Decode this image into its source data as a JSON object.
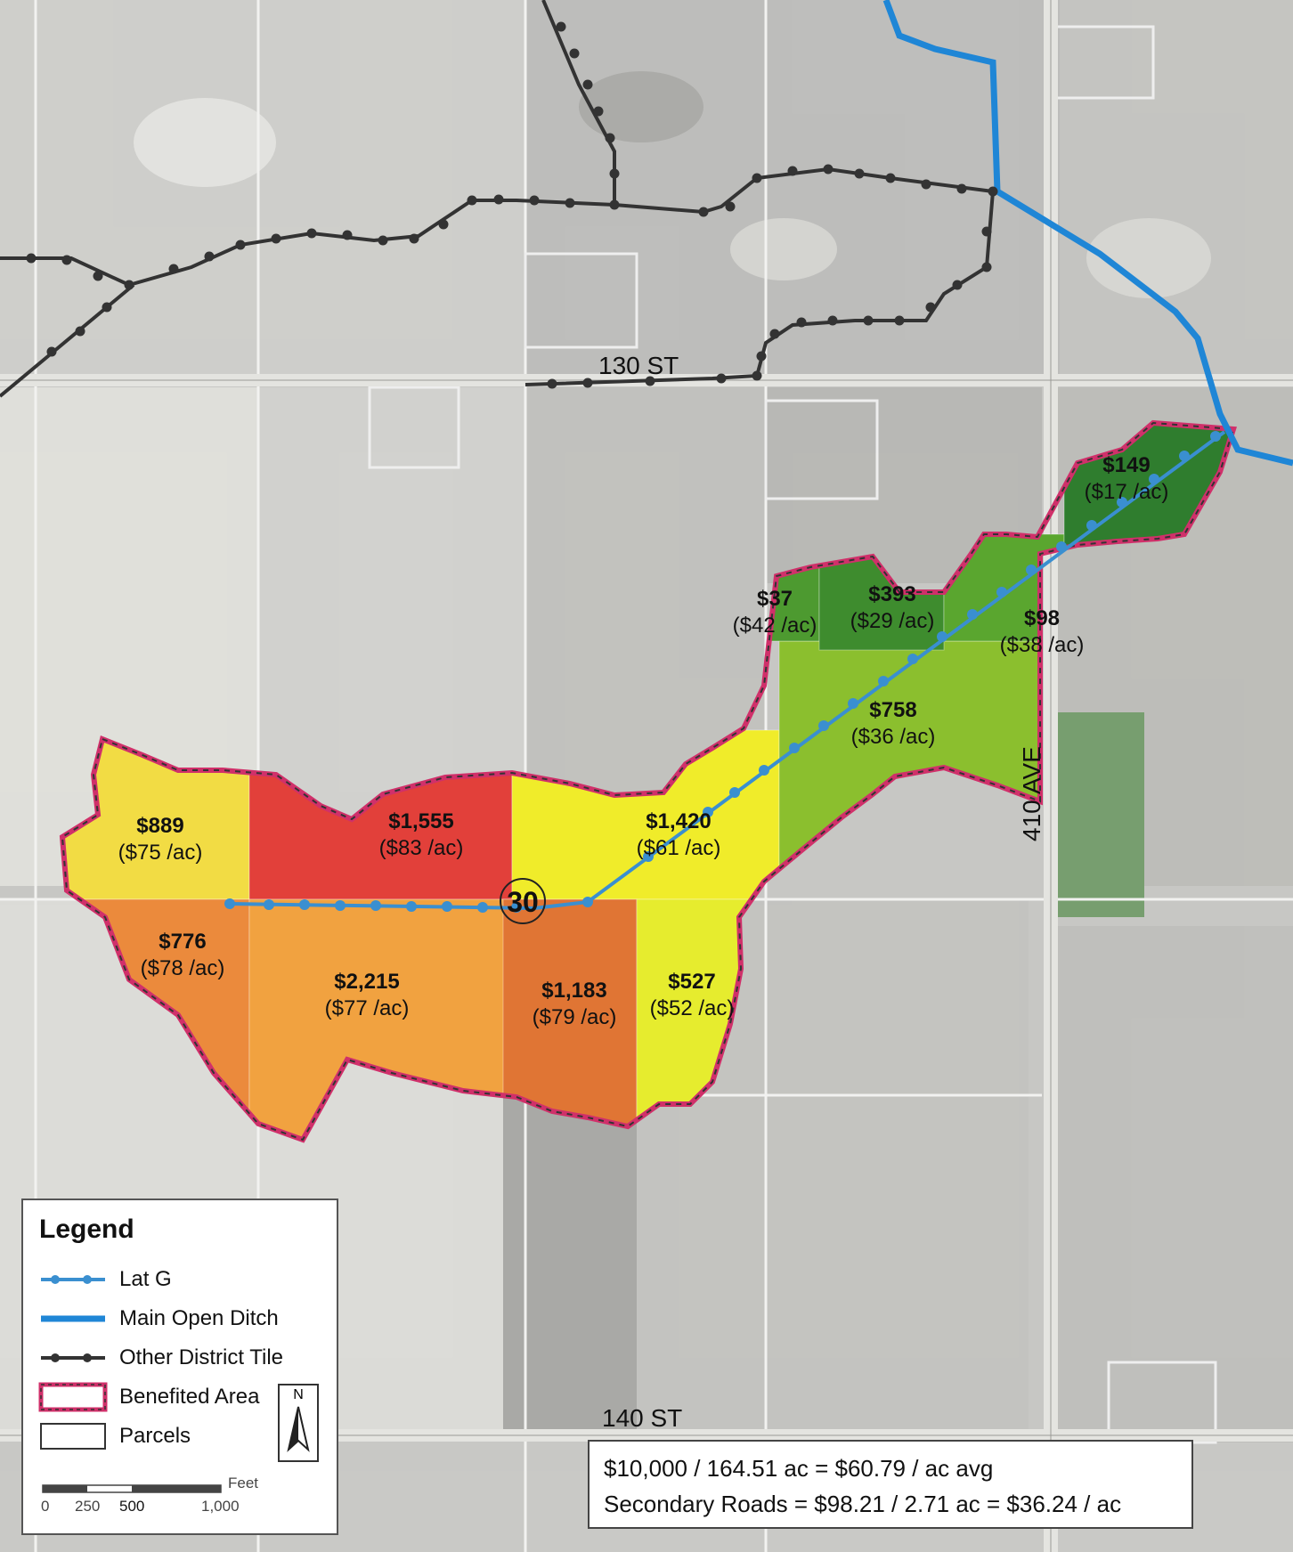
{
  "roads": {
    "st130": "130 ST",
    "st140": "140 ST",
    "ave410": "410 AVE"
  },
  "node_label": "30",
  "parcels": [
    {
      "amount": "$889",
      "rate": "($75 /ac)",
      "color": "#f2dc44"
    },
    {
      "amount": "$1,555",
      "rate": "($83 /ac)",
      "color": "#e2403a"
    },
    {
      "amount": "$1,420",
      "rate": "($61 /ac)",
      "color": "#f0ec2a"
    },
    {
      "amount": "$776",
      "rate": "($78 /ac)",
      "color": "#eb8a3c"
    },
    {
      "amount": "$2,215",
      "rate": "($77 /ac)",
      "color": "#f1a240"
    },
    {
      "amount": "$1,183",
      "rate": "($79 /ac)",
      "color": "#e07534"
    },
    {
      "amount": "$527",
      "rate": "($52 /ac)",
      "color": "#e6ec2e"
    },
    {
      "amount": "$758",
      "rate": "($36 /ac)",
      "color": "#8bbf2e"
    },
    {
      "amount": "$37",
      "rate": "($42 /ac)",
      "color": "#4d9a30"
    },
    {
      "amount": "$393",
      "rate": "($29 /ac)",
      "color": "#3e8c2e"
    },
    {
      "amount": "$98",
      "rate": "($38 /ac)",
      "color": "#5aa62f"
    },
    {
      "amount": "$149",
      "rate": "($17 /ac)",
      "color": "#2f7d2e"
    }
  ],
  "legend": {
    "title": "Legend",
    "items": [
      "Lat G",
      "Main Open Ditch",
      "Other District Tile",
      "Benefited Area",
      "Parcels"
    ],
    "north": "N",
    "scale_unit": "Feet",
    "scale_ticks": [
      "0",
      "250",
      "500",
      "1,000"
    ]
  },
  "summary": {
    "line1": "$10,000 / 164.51 ac = $60.79 / ac avg",
    "line2": "Secondary Roads = $98.21 / 2.71 ac = $36.24 / ac"
  },
  "colors": {
    "lat_g": "#3a8fd0",
    "main_ditch": "#1f86d6",
    "other_tile": "#333333",
    "benefited_border": "#d0306a"
  }
}
